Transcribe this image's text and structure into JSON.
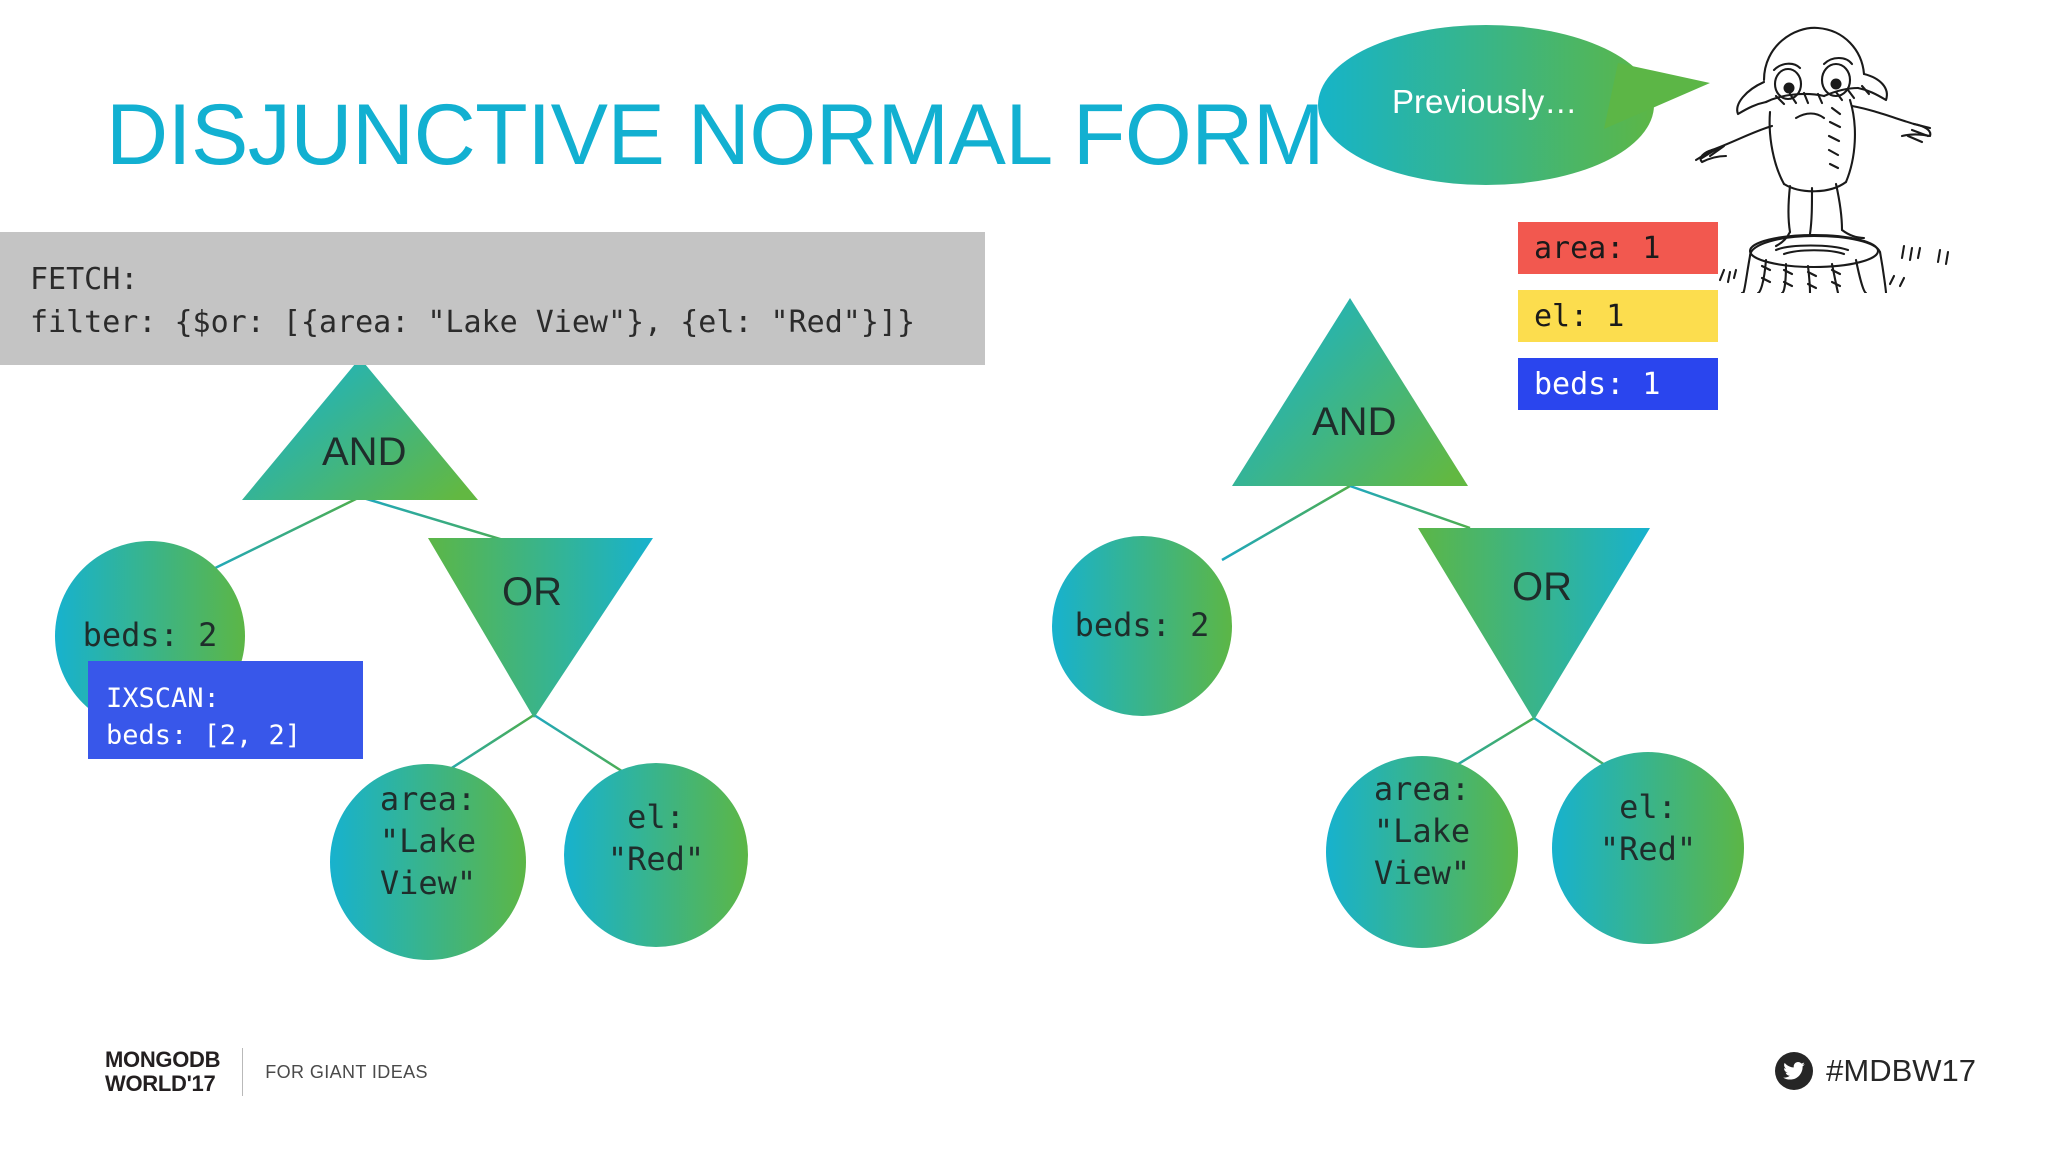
{
  "slide": {
    "title": "DISJUNCTIVE NORMAL FORM",
    "title_color": "#12B0D1",
    "background": "#ffffff"
  },
  "speech_bubble": {
    "text": "Previously…",
    "gradient_from": "#16B4C8",
    "gradient_to": "#5CB646",
    "text_color": "#ffffff"
  },
  "illustration": {
    "name": "lorax-character-on-stump"
  },
  "legend": {
    "items": [
      {
        "label": "area: 1",
        "bg": "#F2584F",
        "fg": "#1a1a1a",
        "name": "legend-area"
      },
      {
        "label": "el: 1",
        "bg": "#FCDD4E",
        "fg": "#1a1a1a",
        "name": "legend-el"
      },
      {
        "label": "beds: 1",
        "bg": "#2A45EE",
        "fg": "#ffffff",
        "name": "legend-beds"
      }
    ]
  },
  "fetch_box": {
    "bg": "#C4C4C4",
    "line1": "FETCH:",
    "line2": "filter: {$or: [{area: \"Lake View\"}, {el: \"Red\"}]}"
  },
  "ixscan_box": {
    "bg": "#3857EA",
    "line1": "IXSCAN:",
    "line2": "beds: [2, 2]"
  },
  "left_tree": {
    "root": {
      "label": "AND",
      "shape": "triangle-up"
    },
    "or_node": {
      "label": "OR",
      "shape": "triangle-down"
    },
    "leaf_beds": {
      "label": "beds: 2",
      "shape": "circle"
    },
    "leaf_area": {
      "label": "area:\n\"Lake\nView\"",
      "shape": "circle"
    },
    "leaf_el": {
      "label": "el:\n\"Red\"",
      "shape": "circle"
    }
  },
  "right_tree": {
    "root": {
      "label": "AND",
      "shape": "triangle-up"
    },
    "or_node": {
      "label": "OR",
      "shape": "triangle-down"
    },
    "leaf_beds": {
      "label": "beds: 2",
      "shape": "circle"
    },
    "leaf_area": {
      "label": "area:\n\"Lake\nView\"",
      "shape": "circle"
    },
    "leaf_el": {
      "label": "el:\n\"Red\"",
      "shape": "circle"
    }
  },
  "palette": {
    "node_gradient_from": "#17B2CE",
    "node_gradient_to": "#5CB646",
    "edge_color": "#2E9E8E",
    "node_text": "#1f2d2b"
  },
  "footer": {
    "logo_line1": "MONGODB",
    "logo_line2": "WORLD'17",
    "tagline": "FOR GIANT IDEAS",
    "hashtag": "#MDBW17",
    "social_icon": "twitter-bird-icon"
  }
}
